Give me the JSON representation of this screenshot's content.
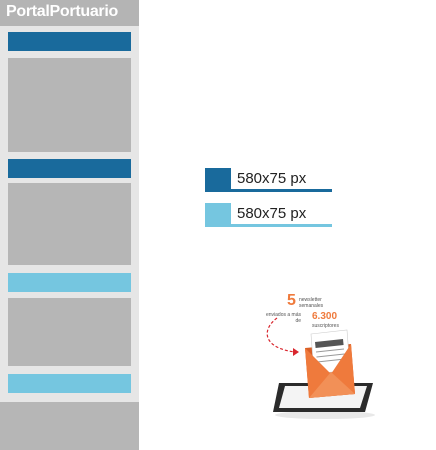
{
  "brand": {
    "name": "PortalPortuario"
  },
  "legend": [
    {
      "label": "580x75 px",
      "color": "#196a9c"
    },
    {
      "label": "580x75 px",
      "color": "#75c6e0"
    }
  ],
  "newsletter": {
    "count": "5",
    "count_caption": "newsletter semanales",
    "sent_caption": "enviados a más de",
    "subscribers": "6.300",
    "subscribers_caption": "suscriptores"
  },
  "colors": {
    "dark_blue": "#196a9c",
    "light_blue": "#75c6e0",
    "gray_block": "#b6b6b6",
    "accent_orange": "#ef7a3c"
  }
}
